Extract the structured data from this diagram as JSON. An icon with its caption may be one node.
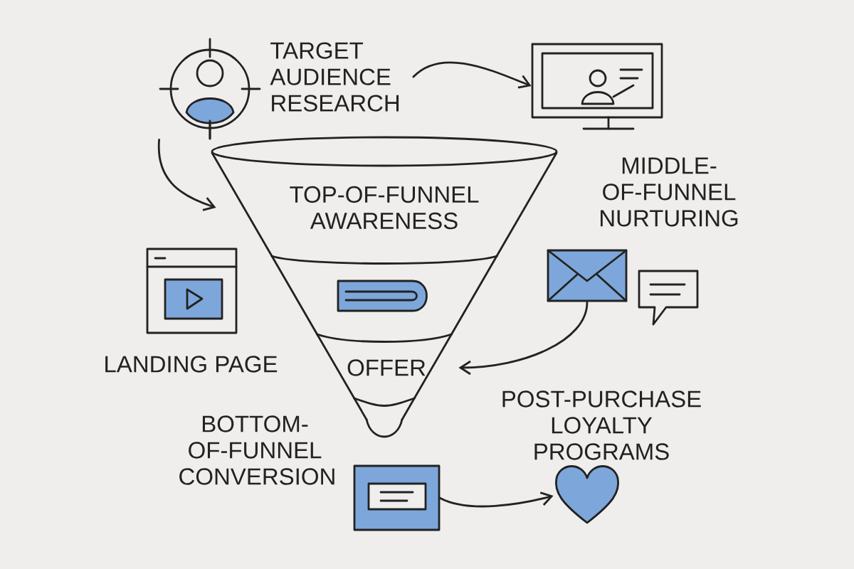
{
  "diagram": {
    "nodes": [
      {
        "text": [
          "TARGET AUDIENCE RESEARCH"
        ]
      },
      {
        "text": [],
        "shape": "person"
      },
      {
        "text": [],
        "shape": "monitor"
      },
      {
        "text": [
          "TOP-OF-FUNNEL AWARENESS"
        ]
      },
      {
        "text": [],
        "shape": "band"
      },
      {
        "text": [
          "OFFER"
        ]
      },
      {
        "text": [],
        "shape": "band"
      },
      {
        "text": [],
        "shape": "envelope"
      },
      {
        "text": [],
        "shape": "box"
      },
      {
        "text": [],
        "shape": "heart"
      }
    ],
    "edges": [
      {
        "from": 0,
        "to": 2,
        "arrow": "to"
      },
      {
        "from": 1,
        "to": 3,
        "arrow": "to"
      },
      {
        "from": 7,
        "to": 5,
        "arrow": "to"
      },
      {
        "from": 8,
        "to": 9,
        "arrow": "to"
      }
    ],
    "labels": [
      "MIDDLE-OF-FUNNEL NURTURING",
      "LANDING PAGE",
      "BOTTOM-OF-FUNNEL CONVERSION",
      "POST-PURCHASE LOYALTY PROGRAMS"
    ]
  }
}
